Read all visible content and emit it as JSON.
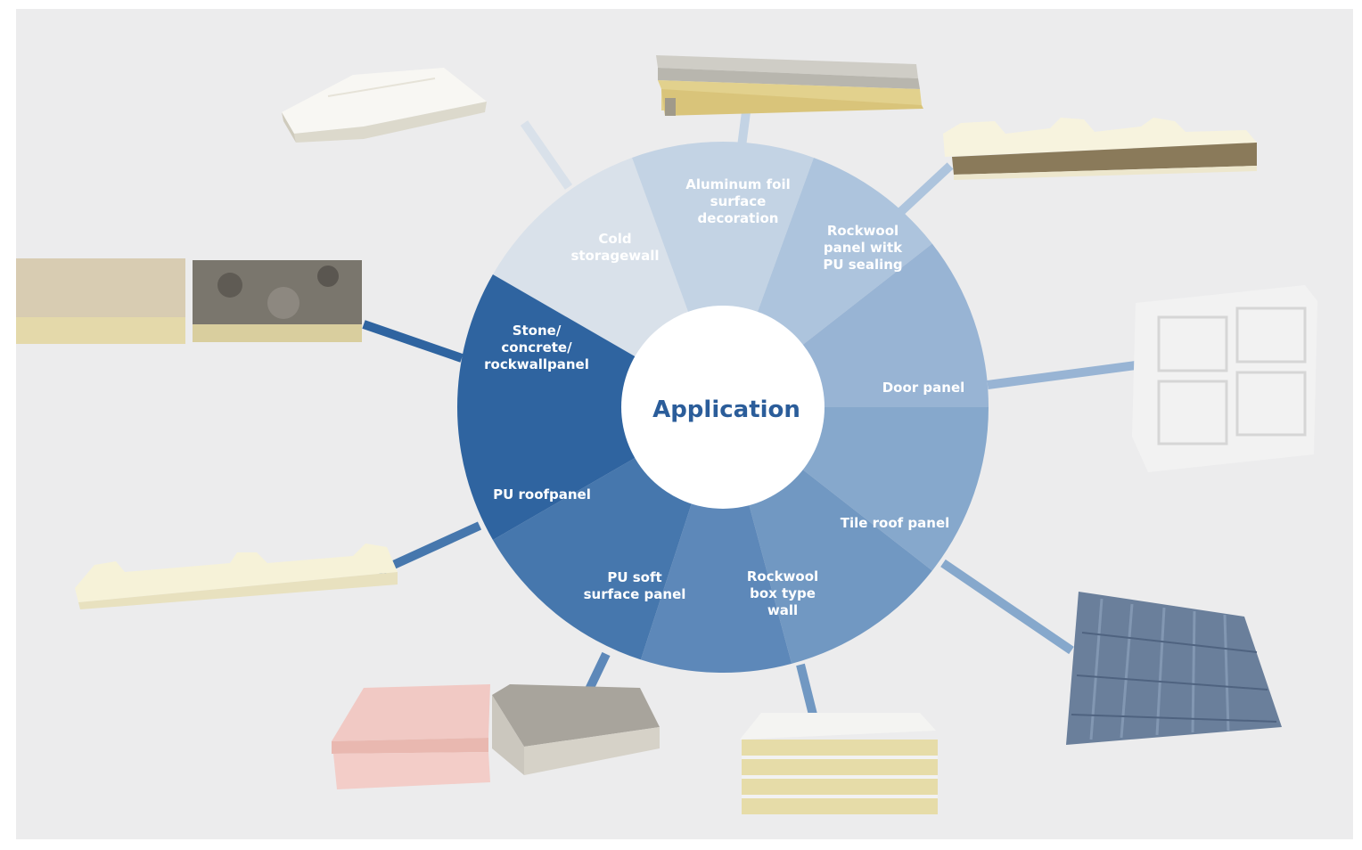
{
  "diagram": {
    "center_label": "Application",
    "segments": [
      {
        "id": "cold-storage-wall",
        "lines": [
          "Cold",
          "storagewall"
        ],
        "color": "#d9e1ea"
      },
      {
        "id": "aluminum-foil",
        "lines": [
          "Aluminum foil",
          "surface",
          "decoration"
        ],
        "color": "#c3d3e4"
      },
      {
        "id": "rockwool-pu-sealing",
        "lines": [
          "Rockwool",
          "panel witk",
          "PU sealing"
        ],
        "color": "#adc4dd"
      },
      {
        "id": "door-panel",
        "lines": [
          "Door panel"
        ],
        "color": "#98b4d4"
      },
      {
        "id": "tile-roof-panel",
        "lines": [
          "Tile roof panel"
        ],
        "color": "#86a8cc"
      },
      {
        "id": "rockwool-box-type-wall",
        "lines": [
          "Rockwool",
          "box type",
          "wall"
        ],
        "color": "#7198c2"
      },
      {
        "id": "pu-soft-surface-panel",
        "lines": [
          "PU soft",
          "surface panel"
        ],
        "color": "#5d88b9"
      },
      {
        "id": "pu-roof-panel",
        "lines": [
          "PU roofpanel"
        ],
        "color": "#4677ad"
      },
      {
        "id": "stone-concrete-rockwall-panel",
        "lines": [
          "Stone/",
          "concrete/",
          "rockwallpanel"
        ],
        "color": "#2f64a0"
      }
    ]
  }
}
